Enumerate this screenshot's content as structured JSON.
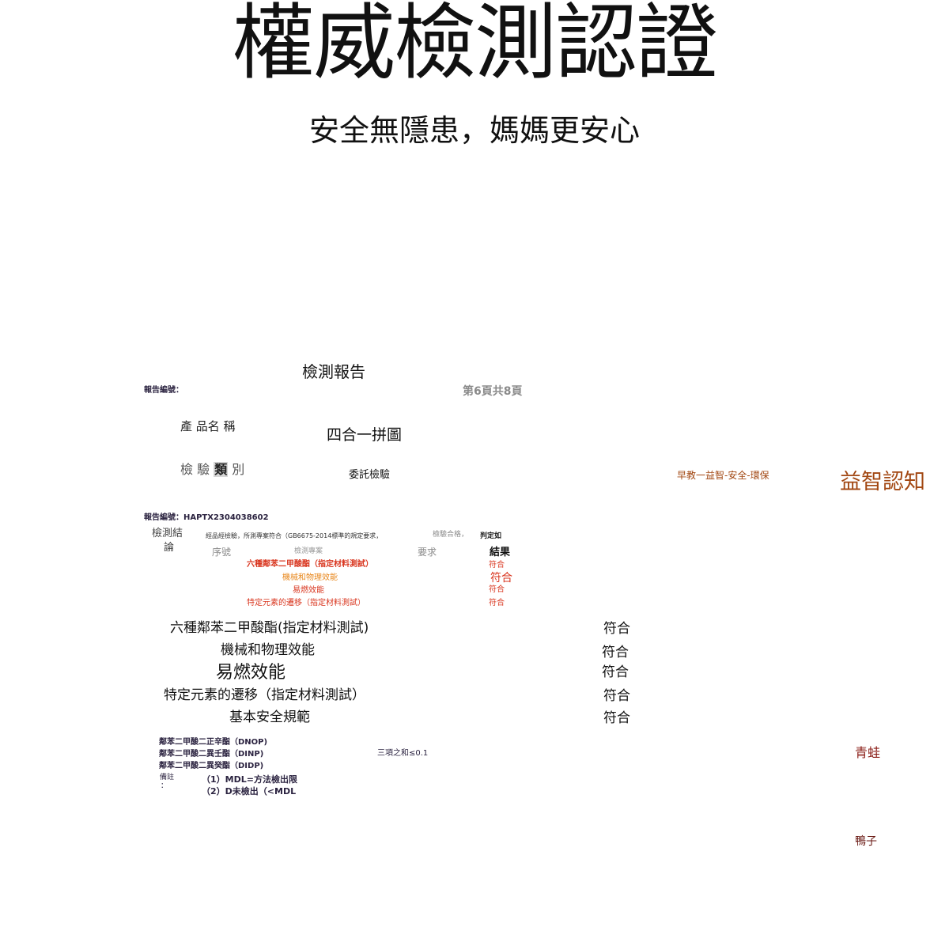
{
  "header": {
    "title": "權威檢測認證",
    "subtitle": "安全無隱患，媽媽更安心"
  },
  "report": {
    "title": "檢測報告",
    "report_no_label": "報告編號：",
    "page_info": "第6頁共8頁",
    "product_name_label": "產 品名   稱",
    "product_name": "四合一拼圖",
    "test_type_label": "檢 驗",
    "test_type_label_bold": "類",
    "test_type_label_end": "別",
    "test_type": "委託檢驗",
    "report_no_full": "報告編號：HAPTX2304038602",
    "conclusion_label_1": "檢測結",
    "conclusion_label_2": "論",
    "conclusion_text": "經品經檢驗，所測專案符合（GB6675-2014標準的規定要求，",
    "conclusion_pass": "檢驗合格，",
    "conclusion_judge": "判定如",
    "columns": {
      "seq": "序號",
      "item": "檢測專案",
      "requirement": "要求",
      "result": "結果"
    },
    "small_items": [
      "六種鄰苯二甲酸酯（指定材料測試）",
      "機械和物理效能",
      "易燃效能",
      "特定元素的遷移（指定材料測試）"
    ],
    "small_results": [
      "符合",
      "符合",
      "符合",
      "符合"
    ],
    "large_items": [
      "六種鄰苯二甲酸酯(指定材料測試)",
      "機械和物理效能",
      "易燃效能",
      "特定元素的遷移（指定材料測試）",
      "基本安全規範"
    ],
    "large_results": [
      "符合",
      "符合",
      "符合",
      "符合",
      "符合"
    ],
    "chemicals": [
      "鄰苯二甲酸二正辛酯（DNOP)",
      "鄰苯二甲酸二異壬酯（DINP)",
      "鄰苯二甲酸二異癸酯（DIDP)"
    ],
    "chemical_limit": "三項之和≤0.1",
    "notes_label": "備註",
    "notes_colon": "：",
    "notes": [
      "（1）MDL=方法檢出限",
      "（2）D未檢出（<MDL"
    ]
  },
  "side": {
    "tagline": "早教一益智-安全-環保",
    "big_label": "益智認知",
    "item_1": "青蛙",
    "item_2": "鴨子"
  },
  "colors": {
    "text": "#111111",
    "gray": "#8a8a8a",
    "navy": "#2b2340",
    "red": "#d9361f",
    "orange": "#e8871c",
    "brown": "#a24712",
    "dark_red": "#8a1c16"
  }
}
